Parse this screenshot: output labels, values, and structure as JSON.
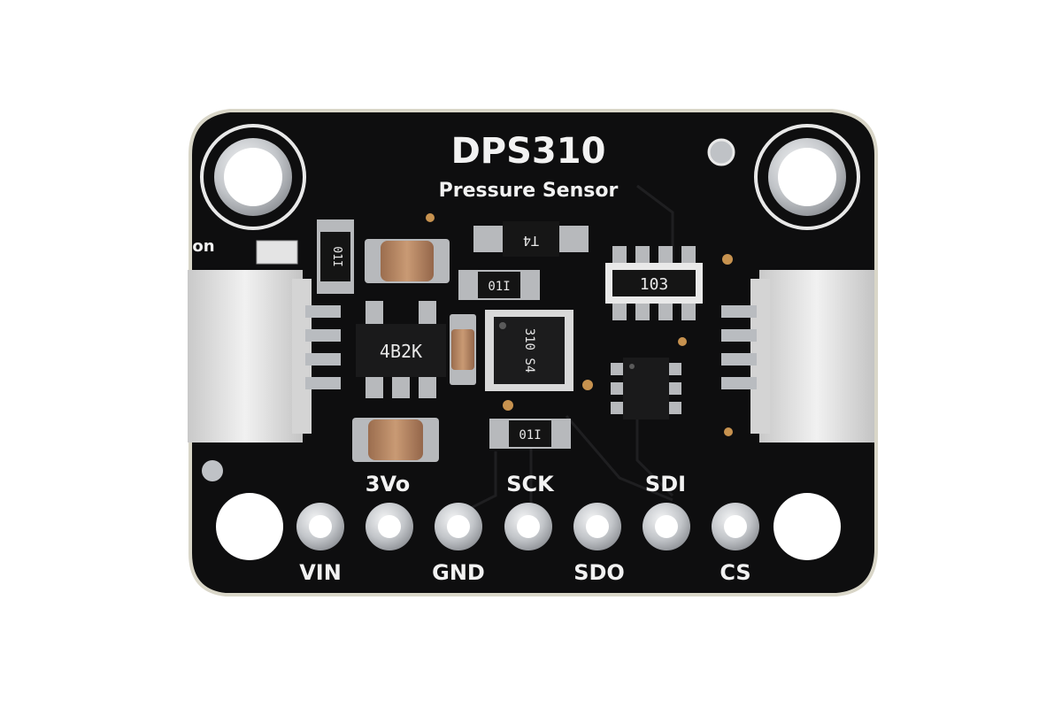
{
  "board": {
    "title": "DPS310",
    "subtitle": "Pressure Sensor",
    "on_label": "on",
    "colors": {
      "pcb": "#0e0e0f",
      "silkscreen": "#f2f2f2",
      "pad_metal": "#c9ccd0",
      "connector": "#dcdcdc",
      "capacitor": "#b98660"
    }
  },
  "components": {
    "regulator": "4B2K",
    "resistor_network": "103",
    "resistor_left": "01I",
    "resistor_middle": "01I",
    "resistor_bottom": "01I",
    "transistor": "T4",
    "sensor_marking": "310 S4"
  },
  "pins": {
    "top_labels": [
      "3Vo",
      "SCK",
      "SDI"
    ],
    "bottom_labels": [
      "VIN",
      "GND",
      "SDO",
      "CS"
    ]
  }
}
